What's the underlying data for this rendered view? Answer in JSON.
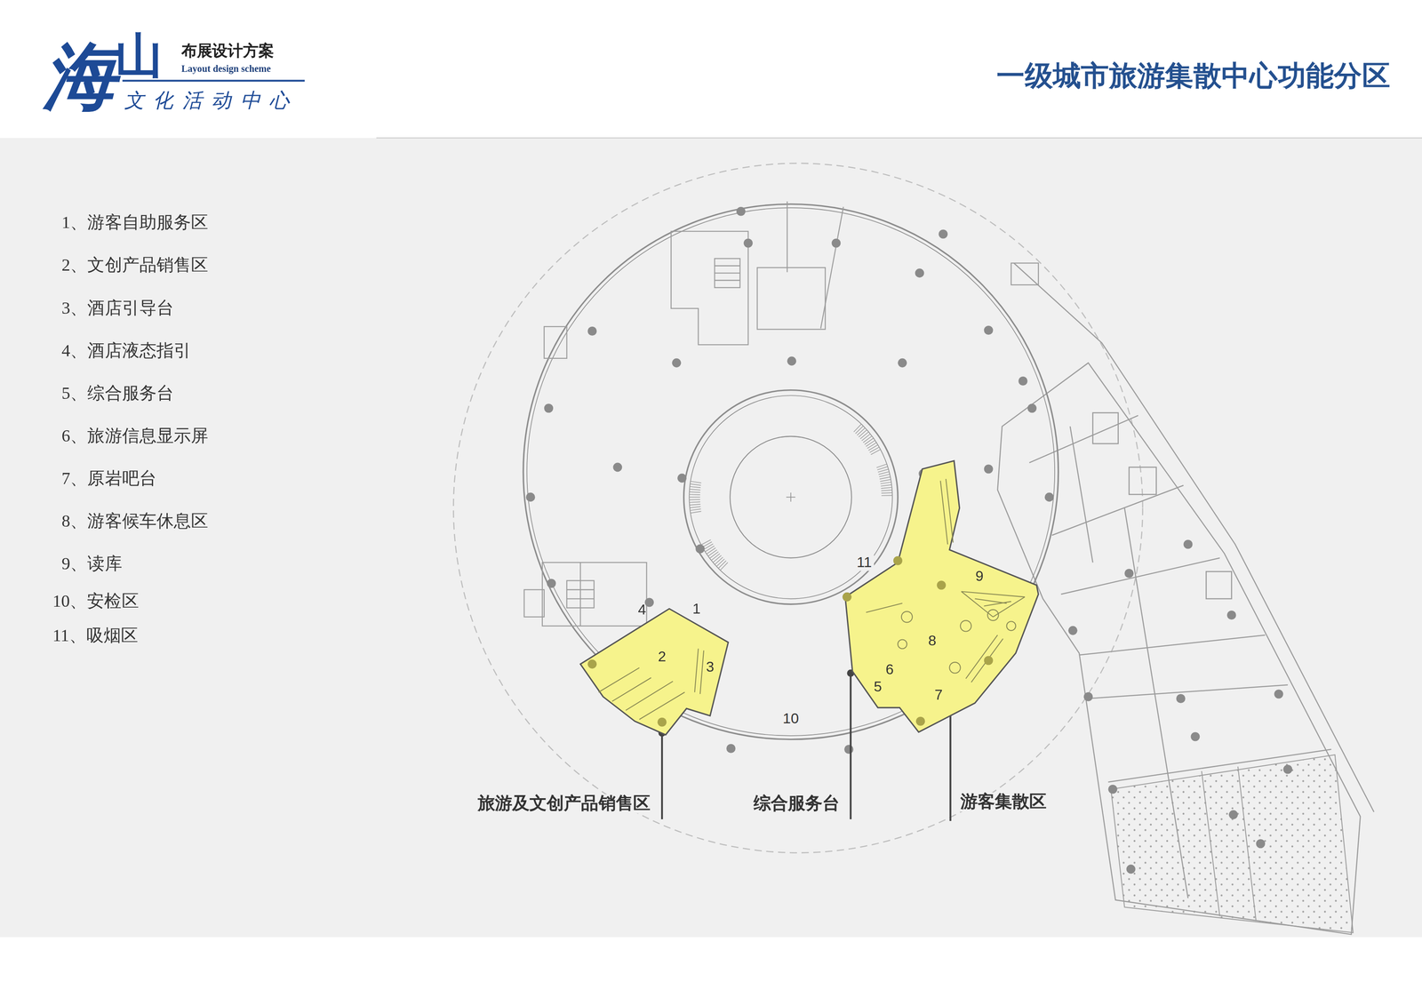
{
  "diagram": {
    "title": "一级城市旅游集散中心功能分区",
    "nodes": [
      {
        "text": [
          "1",
          "2",
          "3",
          "4"
        ]
      },
      {
        "text": [
          "5",
          "6",
          "7",
          "8",
          "9"
        ]
      }
    ],
    "labels": [
      "海",
      "山",
      "布展设计方案",
      "Layout design scheme",
      "文化活动中心",
      "1、游客自助服务区",
      "2、文创产品销售区",
      "3、酒店引导台",
      "4、酒店液态指引",
      "5、综合服务台",
      "6、旅游信息显示屏",
      "7、原岩吧台",
      "8、游客候车休息区",
      "9、读库",
      "10、安检区",
      "11、吸烟区",
      "11",
      "10",
      "旅游及文创产品销售区",
      "综合服务台",
      "游客集散区"
    ]
  }
}
